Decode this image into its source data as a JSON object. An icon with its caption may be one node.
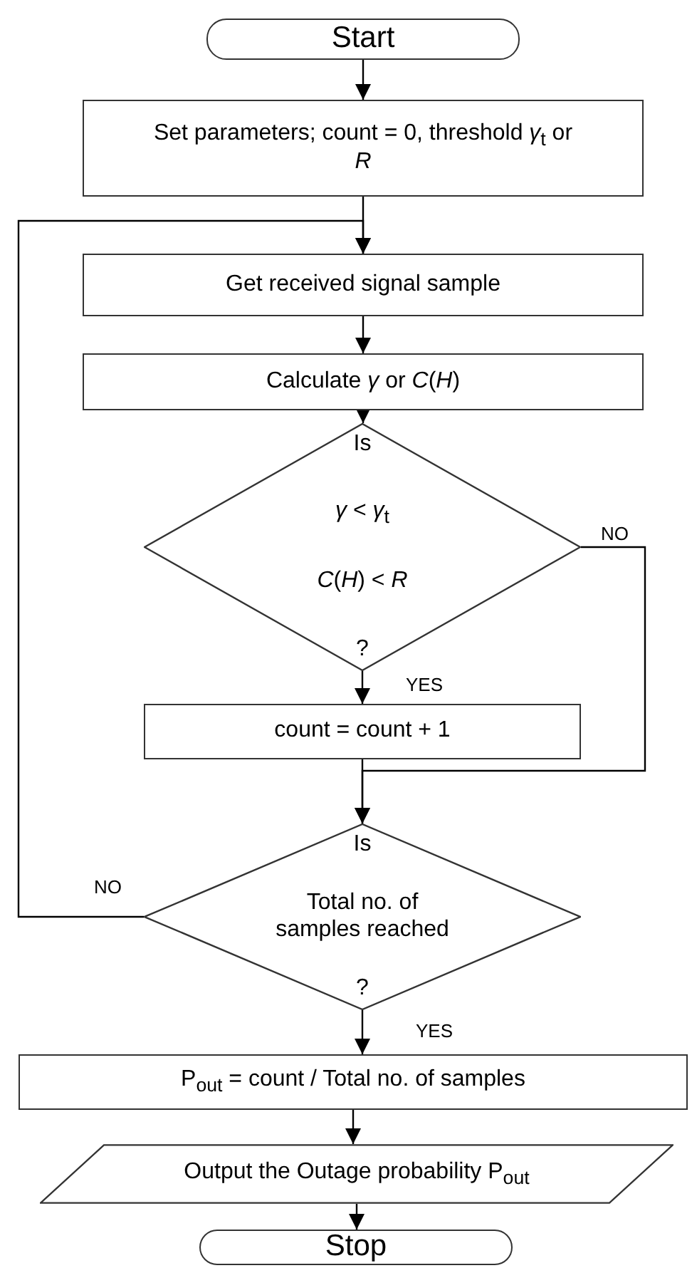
{
  "diagram": {
    "nodes": [
      {
        "text": [
          "Start"
        ]
      },
      {
        "text": [
          "Set parameters; count = 0, threshold *γ*$_{t}$ or *R*"
        ]
      },
      {
        "text": [
          "Get received signal sample"
        ]
      },
      {
        "text": [
          "Calculate *γ* or *C*(*H*)"
        ]
      },
      {
        "text": [
          "Is",
          "*γ* < *γ*$_{t}$",
          "*C*(*H*) < *R*",
          "?"
        ]
      },
      {
        "text": [
          "count = count + 1"
        ]
      },
      {
        "text": [
          "Is",
          "Total no. of samples reached",
          "?"
        ]
      },
      {
        "text": [
          "P$_{out}$ = count / Total no. of samples"
        ]
      },
      {
        "text": [
          "Output the Outage probability P$_{out}$"
        ]
      },
      {
        "text": [
          "Stop"
        ]
      }
    ],
    "edges": [
      {
        "from": 0,
        "to": 1,
        "arrow": "to"
      },
      {
        "from": 1,
        "to": 2,
        "arrow": "to"
      },
      {
        "from": 2,
        "to": 3,
        "arrow": "to"
      },
      {
        "from": 3,
        "to": 4,
        "arrow": "to"
      },
      {
        "from": 4,
        "to": 5,
        "arrow": "to",
        "label": "YES"
      },
      {
        "from": 4,
        "to": 6,
        "arrow": "to",
        "label": "NO"
      },
      {
        "from": 5,
        "to": 6,
        "arrow": "to"
      },
      {
        "from": 6,
        "to": 2,
        "arrow": "to",
        "label": "NO"
      },
      {
        "from": 6,
        "to": 7,
        "arrow": "to",
        "label": "YES"
      },
      {
        "from": 7,
        "to": 8,
        "arrow": "to"
      },
      {
        "from": 8,
        "to": 9,
        "arrow": "to"
      }
    ]
  }
}
